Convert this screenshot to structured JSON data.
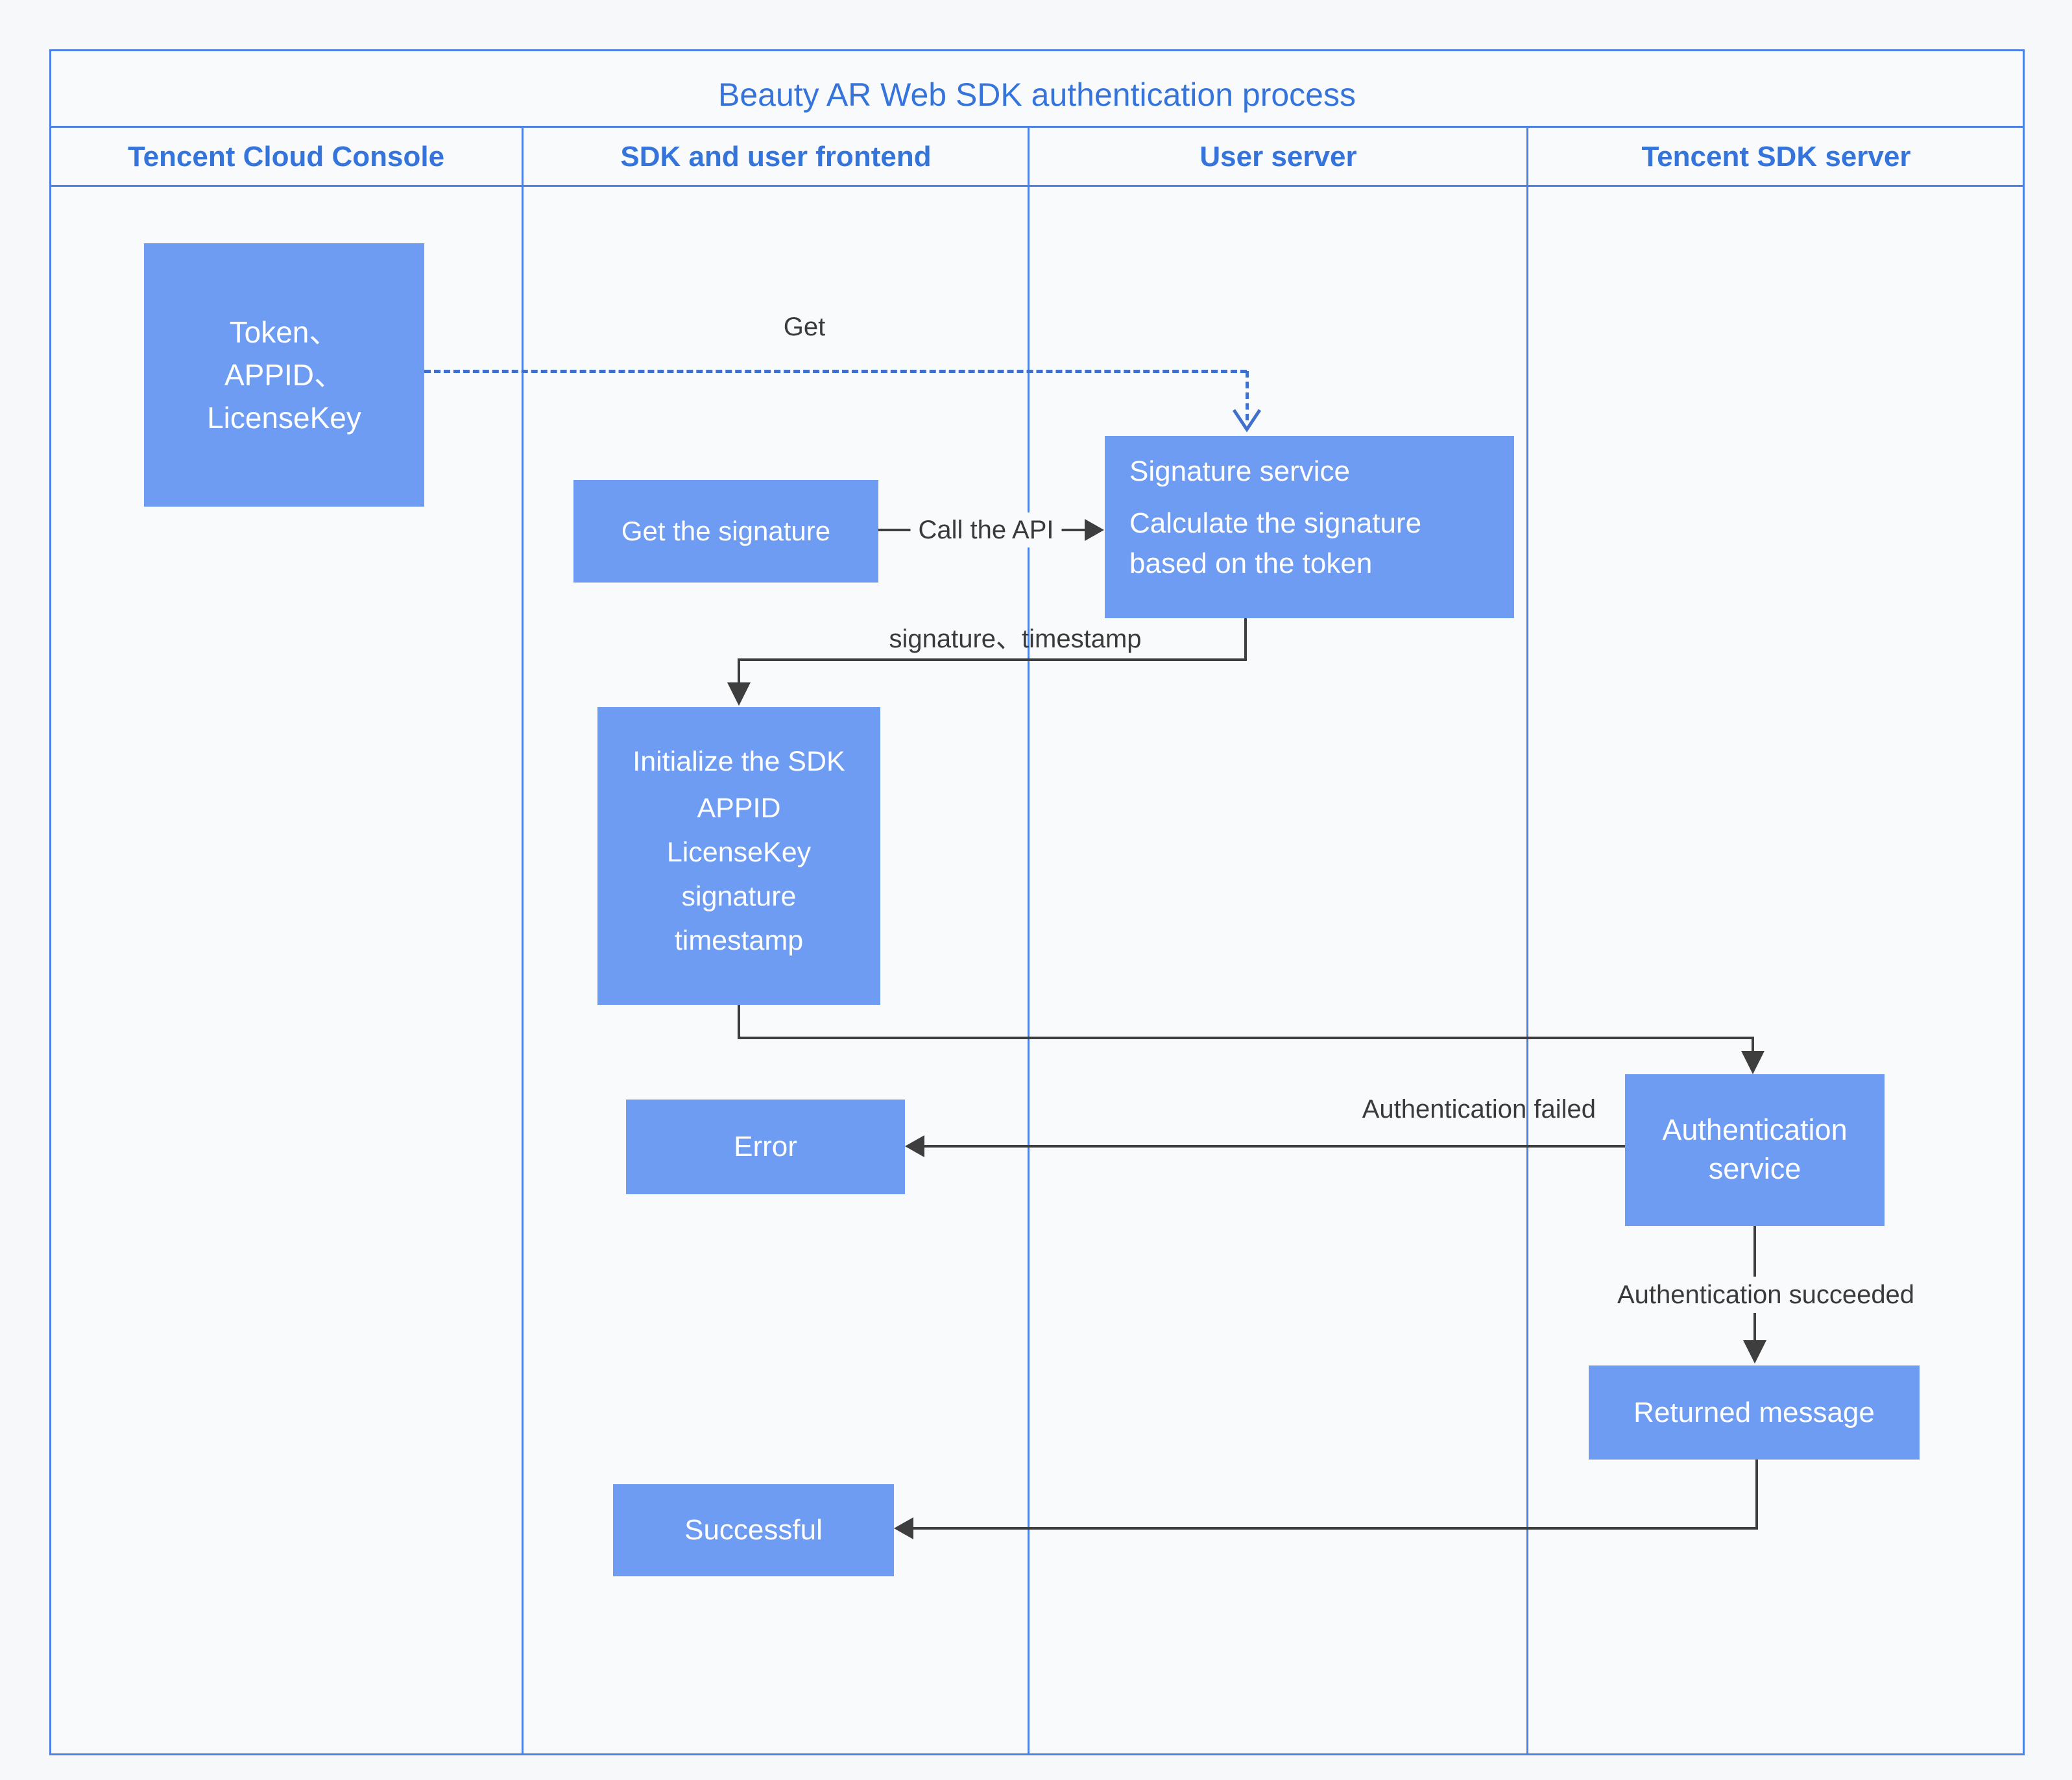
{
  "diagram": {
    "title": "Beauty AR Web SDK authentication process",
    "lanes": [
      {
        "label": "Tencent Cloud Console"
      },
      {
        "label": "SDK and user frontend"
      },
      {
        "label": "User server"
      },
      {
        "label": "Tencent SDK server"
      }
    ],
    "nodes": {
      "token": {
        "lines": [
          "Token、",
          "APPID、",
          "LicenseKey"
        ]
      },
      "get_signature": {
        "label": "Get the signature"
      },
      "signature_service": {
        "title": "Signature service",
        "body_lines": [
          "Calculate the signature",
          "based on the token"
        ]
      },
      "initialize": {
        "title": "Initialize the SDK",
        "items": [
          "APPID",
          "LicenseKey",
          "signature",
          "timestamp"
        ]
      },
      "error": {
        "label": "Error"
      },
      "auth_service": {
        "lines": [
          "Authentication",
          "service"
        ]
      },
      "returned_message": {
        "label": "Returned message"
      },
      "successful": {
        "label": "Successful"
      }
    },
    "edge_labels": {
      "get": "Get",
      "call_api": "Call the API",
      "signature_timestamp": "signature、timestamp",
      "auth_failed": "Authentication failed",
      "auth_succeeded": "Authentication succeeded"
    },
    "colors": {
      "accent_blue": "#3574da",
      "grid_blue": "#4c81e2",
      "node_fill": "#6d9cf2",
      "node_text": "#ffffff",
      "line_dark": "#3e3e3e",
      "dashed_blue": "#3e70cc",
      "background": "#f7f8fa"
    }
  }
}
